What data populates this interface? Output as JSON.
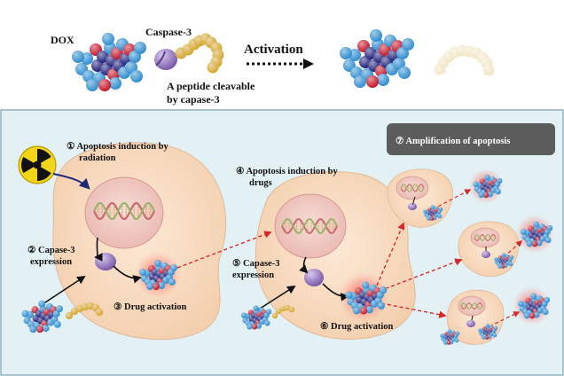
{
  "top": {
    "dox_label": "DOX",
    "caspase_label": "Caspase-3",
    "activation_label": "Activation",
    "peptide_line1": "A peptide cleavable",
    "peptide_line2": "by capase-3"
  },
  "steps": {
    "s1_line1": "① Apoptosis induction by",
    "s1_line2": "radiation",
    "s2_line1": "② Capase-3",
    "s2_line2": "expression",
    "s3": "③ Drug activation",
    "s4_line1": "④ Apoptosis induction by",
    "s4_line2": "drugs",
    "s5_line1": "⑤ Capase-3",
    "s5_line2": "expression",
    "s6": "⑥ Drug activation",
    "s7": "⑦ Amplification of apoptosis"
  },
  "colors": {
    "panel_bg": "#e3f1f4",
    "panel_border": "#7aa0ad",
    "cell_fill": "#f8d9bf",
    "nucleus_fill": "#f1c8c3",
    "dox_navy": "#1e1f7a",
    "dox_red": "#c4162a",
    "dox_blue": "#2f8dcf",
    "peptide_gold": "#d4a531",
    "peptide_faded": "#f2e6c6",
    "caspase_purple": "#9a7fc0",
    "badge_bg": "#5c5c5c",
    "arrow_red": "#d62828",
    "glow_red": "#ff4040"
  },
  "icons": [
    "radiation-icon",
    "dna-helix-icon",
    "caspase-3-enzyme-icon",
    "dox-molecule-icon",
    "peptide-chain-icon"
  ]
}
